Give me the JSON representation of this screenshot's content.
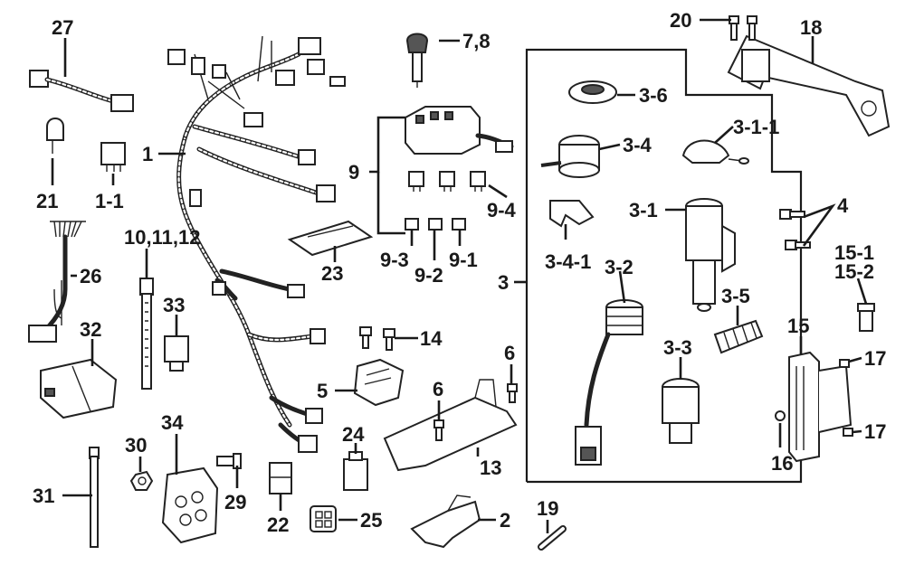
{
  "diagram": {
    "labels": {
      "p1": "1",
      "p1_1": "1-1",
      "p2": "2",
      "p3": "3",
      "p3_1": "3-1",
      "p3_1_1": "3-1-1",
      "p3_2": "3-2",
      "p3_3": "3-3",
      "p3_4": "3-4",
      "p3_4_1": "3-4-1",
      "p3_5": "3-5",
      "p3_6": "3-6",
      "p4": "4",
      "p5": "5",
      "p6a": "6",
      "p6b": "6",
      "p7_8": "7,8",
      "p9": "9",
      "p9_1": "9-1",
      "p9_2": "9-2",
      "p9_3": "9-3",
      "p9_4": "9-4",
      "p10_12": "10,11,12",
      "p13": "13",
      "p14": "14",
      "p15": "15",
      "p15_1": "15-1",
      "p15_2": "15-2",
      "p16": "16",
      "p17a": "17",
      "p17b": "17",
      "p18": "18",
      "p19": "19",
      "p20": "20",
      "p21": "21",
      "p22": "22",
      "p23": "23",
      "p24": "24",
      "p25": "25",
      "p26": "26",
      "p27": "27",
      "p29": "29",
      "p30": "30",
      "p31": "31",
      "p32": "32",
      "p33": "33",
      "p34": "34"
    },
    "colors": {
      "ink": "#1a1a1a",
      "background": "#ffffff"
    }
  }
}
